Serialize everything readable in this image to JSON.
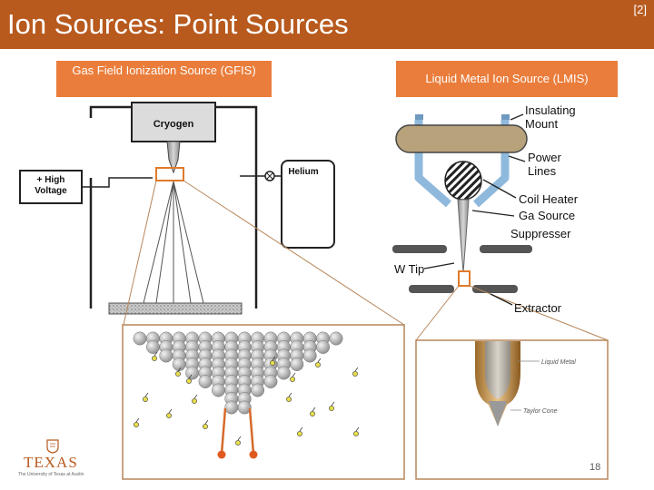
{
  "slide": {
    "title": "Ion Sources: Point Sources",
    "reference": "[2]",
    "page_number": "18"
  },
  "gfis": {
    "label": "Gas Field Ionization Source (GFIS)",
    "cryogen_label": "Cryogen",
    "high_voltage_label": "+ High Voltage",
    "helium_label": "Helium"
  },
  "lmis": {
    "label": "Liquid Metal Ion Source (LMIS)",
    "callouts": {
      "insulating_mount": "Insulating Mount",
      "power_lines": "Power Lines",
      "coil_heater": "Coil Heater",
      "ga_source": "Ga Source",
      "suppresser": "Suppresser",
      "w_tip": "W Tip",
      "extractor": "Extractor"
    },
    "inset": {
      "liquid_metal": "Liquid Metal",
      "taylor_cone": "Taylor Cone"
    }
  },
  "logo": {
    "wordmark": "TEXAS",
    "subtitle": "The University of Texas at Austin"
  },
  "colors": {
    "title_bar": "#b85a1e",
    "label_box": "#ea7d3b",
    "lmis_blue": "#8fb9dc",
    "mount_tan": "#b8a27c"
  }
}
